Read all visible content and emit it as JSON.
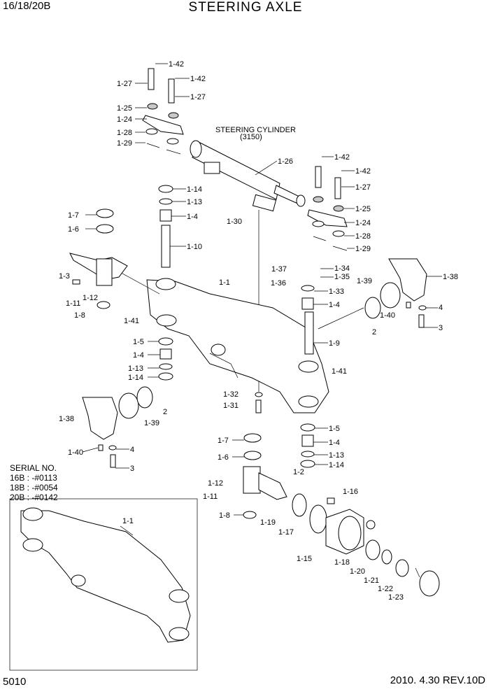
{
  "header": {
    "model": "16/18/20B",
    "title": "STEERING AXLE"
  },
  "footer": {
    "page_number": "5010",
    "revision": "2010. 4.30  REV.10D"
  },
  "serial": {
    "heading": "SERIAL NO.",
    "lines": [
      "16B : -#0113",
      "18B : -#0054",
      "20B : -#0142"
    ]
  },
  "cylinder_caption": {
    "name": "STEERING CYLINDER",
    "value": "(3150)"
  },
  "parts": {
    "1-42a": "1-42",
    "1-42b": "1-42",
    "1-27a": "1-27",
    "1-27b": "1-27",
    "1-25a": "1-25",
    "1-24a": "1-24",
    "1-28a": "1-28",
    "1-29a": "1-29",
    "1-26": "1-26",
    "1-42c": "1-42",
    "1-42d": "1-42",
    "1-27c": "1-27",
    "1-25b": "1-25",
    "1-24b": "1-24",
    "1-28b": "1-28",
    "1-29b": "1-29",
    "1-14a": "1-14",
    "1-13a": "1-13",
    "1-4a": "1-4",
    "1-10": "1-10",
    "1-30": "1-30",
    "1-7a": "1-7",
    "1-6a": "1-6",
    "1-3": "1-3",
    "1-11a": "1-11",
    "1-12a": "1-12",
    "1-8a": "1-8",
    "1-1a": "1-1",
    "1-41a": "1-41",
    "1-37": "1-37",
    "1-34": "1-34",
    "1-35": "1-35",
    "1-36": "1-36",
    "1-33": "1-33",
    "1-4b": "1-4",
    "1-39a": "1-39",
    "1-38a": "1-38",
    "1-40a": "1-40",
    "4a": "4",
    "3a": "3",
    "2a": "2",
    "1-9": "1-9",
    "1-5a": "1-5",
    "1-4c": "1-4",
    "1-13b": "1-13",
    "1-14b": "1-14",
    "1-41b": "1-41",
    "1-32": "1-32",
    "1-31": "1-31",
    "1-38b": "1-38",
    "1-39b": "1-39",
    "2b": "2",
    "1-40b": "1-40",
    "4b": "4",
    "3b": "3",
    "1-5b": "1-5",
    "1-4d": "1-4",
    "1-13c": "1-13",
    "1-14c": "1-14",
    "1-7b": "1-7",
    "1-6b": "1-6",
    "1-2": "1-2",
    "1-12b": "1-12",
    "1-11b": "1-11",
    "1-8b": "1-8",
    "1-16": "1-16",
    "1-19": "1-19",
    "1-17": "1-17",
    "1-15": "1-15",
    "1-18": "1-18",
    "1-20": "1-20",
    "1-21": "1-21",
    "1-22": "1-22",
    "1-23": "1-23",
    "1-1b": "1-1"
  }
}
